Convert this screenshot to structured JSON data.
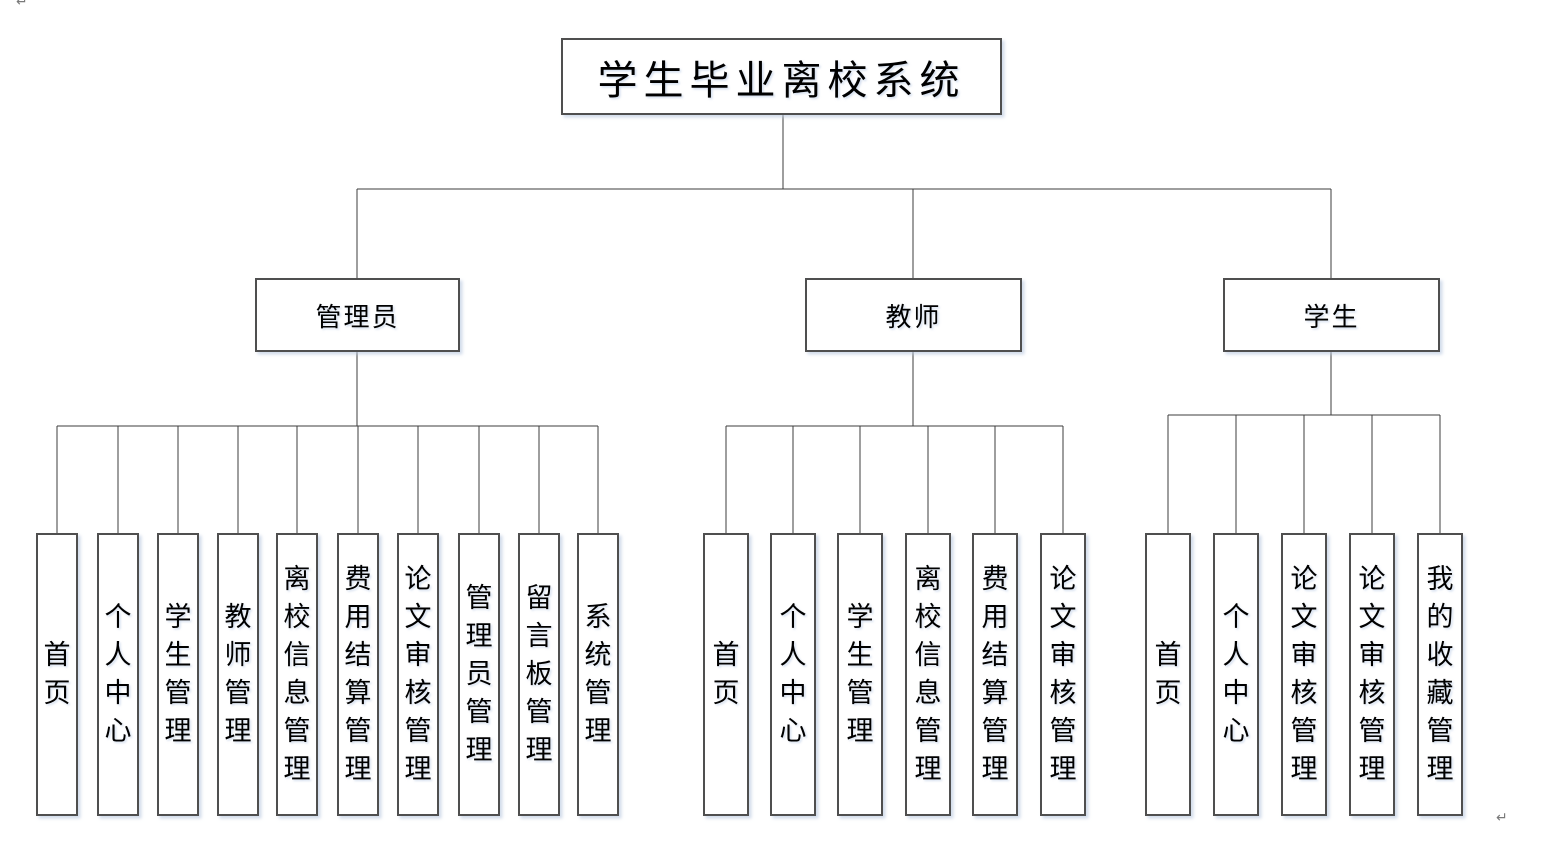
{
  "page": {
    "background_color": "#ffffff",
    "line_color": "#3d3d3d",
    "box_border_color": "#4f4f4f",
    "paragraph_mark": "↵"
  },
  "root": {
    "label": "学生毕业离校系统"
  },
  "groups": [
    {
      "label": "管理员",
      "leaves": [
        "首页",
        "个人中心",
        "学生管理",
        "教师管理",
        "离校信息管理",
        "费用结算管理",
        "论文审核管理",
        "管理员管理",
        "留言板管理",
        "系统管理"
      ]
    },
    {
      "label": "教师",
      "leaves": [
        "首页",
        "个人中心",
        "学生管理",
        "离校信息管理",
        "费用结算管理",
        "论文审核管理"
      ]
    },
    {
      "label": "学生",
      "leaves": [
        "首页",
        "个人中心",
        "论文审核管理",
        "论文审核管理",
        "我的收藏管理"
      ]
    }
  ]
}
